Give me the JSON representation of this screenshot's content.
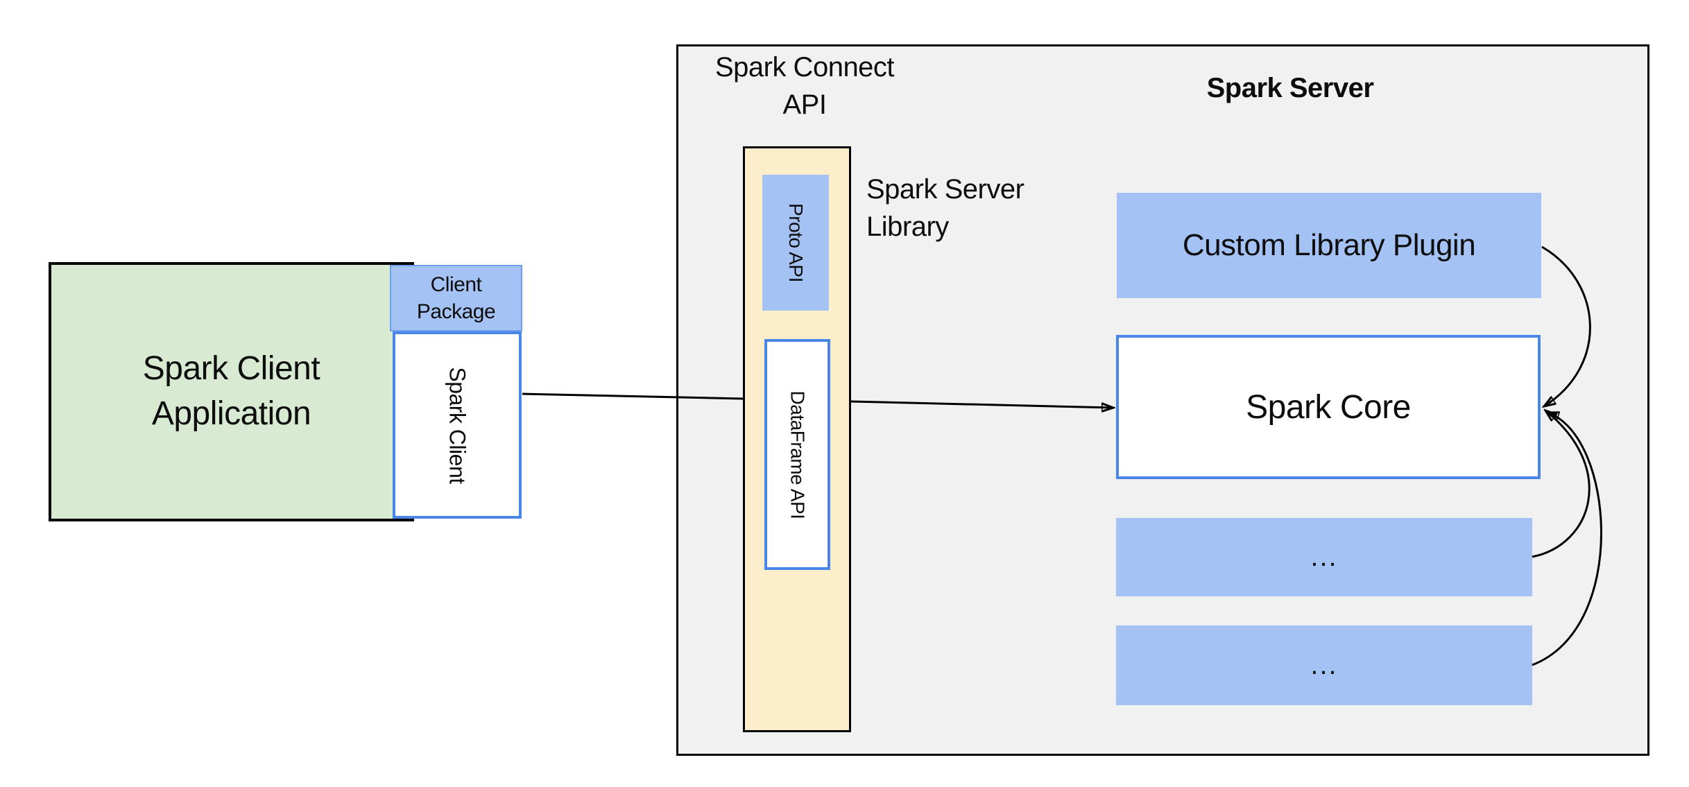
{
  "client_group": {
    "application_label": "Spark Client Application",
    "client_package_label": "Client Package",
    "spark_client_label": "Spark Client"
  },
  "server_group": {
    "connect_api_title": "Spark Connect API",
    "server_title": "Spark Server",
    "library_caption": "Spark Server Library",
    "proto_api_label": "Proto API",
    "dataframe_api_label": "DataFrame API",
    "custom_library_plugin_label": "Custom Library Plugin",
    "spark_core_label": "Spark Core",
    "plugin_slot_1_label": "...",
    "plugin_slot_2_label": "..."
  },
  "colors": {
    "client_app_fill": "#d9ead3",
    "accent_blue_fill": "#a4c2f4",
    "accent_blue_border": "#4a86e8",
    "library_fill": "#fceecb",
    "server_fill": "#f1f1f2",
    "line_color": "#000000"
  }
}
